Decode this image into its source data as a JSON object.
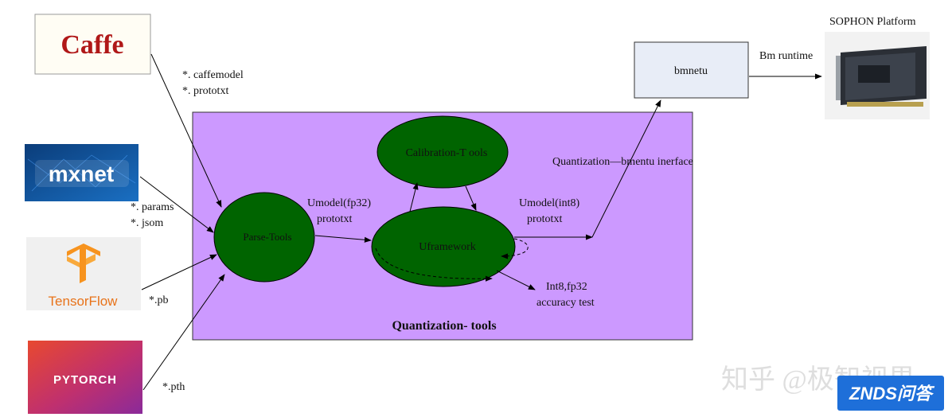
{
  "sources": {
    "caffe": {
      "logo": "Caffe",
      "files": [
        "*. caffemodel",
        "*. prototxt"
      ]
    },
    "mxnet": {
      "logo": "mxnet",
      "files": [
        "*. params",
        "*. jsom"
      ]
    },
    "tensorflow": {
      "logo": "TensorFlow",
      "files": [
        "*.pb"
      ]
    },
    "pytorch": {
      "logo": "PYTORCH",
      "files": [
        "*.pth"
      ]
    }
  },
  "quant_panel": {
    "title": "Quantization- tools",
    "parse_tools": "Parse-Tools",
    "calibration_tools": "Calibration-T ools",
    "uframework": "Uframework",
    "umodel_fp32": [
      "Umodel(fp32)",
      "prototxt"
    ],
    "umodel_int8": [
      "Umodel(int8)",
      "prototxt"
    ],
    "accuracy_test": [
      "Int8,fp32",
      "accuracy test"
    ],
    "interface_label": "Quantization—bmentu inerface"
  },
  "bmnetu": {
    "label": "bmnetu"
  },
  "runtime_label": "Bm runtime",
  "platform": {
    "title": "SOPHON Platform"
  },
  "watermarks": {
    "zhihu": "知乎 @极智视界",
    "znds": "ZNDS问答"
  },
  "colors": {
    "panel_fill": "#cc99ff",
    "node_fill": "#006400",
    "bmnetu_fill": "#e8edf7"
  }
}
